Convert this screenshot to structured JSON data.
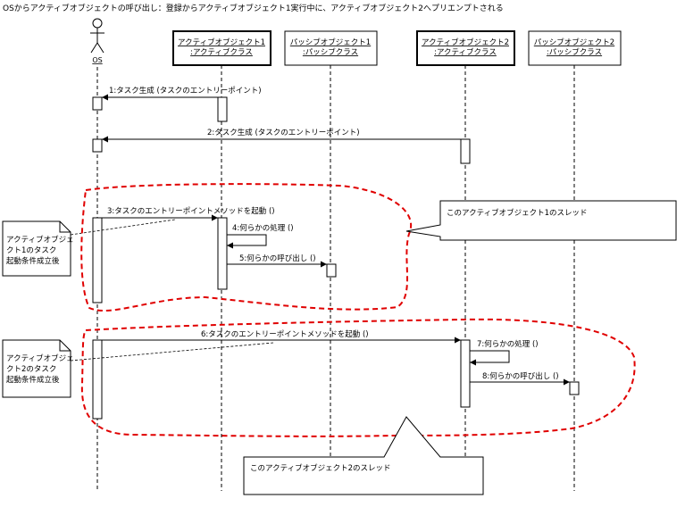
{
  "title": "OSからアクティブオブジェクトの呼び出し：登録からアクティブオブジェクト1実行中に、アクティブオブジェクト2へプリエンプトされる",
  "actor": {
    "label": "OS"
  },
  "objects": [
    {
      "line1": "アクティブオブジェクト1",
      "line2": ":アクティブクラス"
    },
    {
      "line1": "パッシブオブジェクト1",
      "line2": ":パッシブクラス"
    },
    {
      "line1": "アクティブオブジェクト2",
      "line2": ":アクティブクラス"
    },
    {
      "line1": "パッシブオブジェクト2",
      "line2": ":パッシブクラス"
    }
  ],
  "messages": [
    "1:タスク生成 (タスクのエントリーポイント)",
    "2:タスク生成 (タスクのエントリーポイント)",
    "3:タスクのエントリーポイントメソッドを起動 ()",
    "4:何らかの処理 ()",
    "5:何らかの呼び出し ()",
    "6:タスクのエントリーポイントメソッドを起動 ()",
    "7:何らかの処理 ()",
    "8:何らかの呼び出し ()"
  ],
  "notes": [
    {
      "lines": [
        "アクティブオブジェ",
        "クト1のタスク",
        "起動条件成立後"
      ]
    },
    {
      "lines": [
        "アクティブオブジェ",
        "クト2のタスク",
        "起動条件成立後"
      ]
    }
  ],
  "callouts": [
    "このアクティブオブジェクト1のスレッド",
    "このアクティブオブジェクト2のスレッド"
  ],
  "colors": {
    "thread_outline": "#e00000",
    "line": "#000000",
    "active_box_border": "#000000"
  }
}
